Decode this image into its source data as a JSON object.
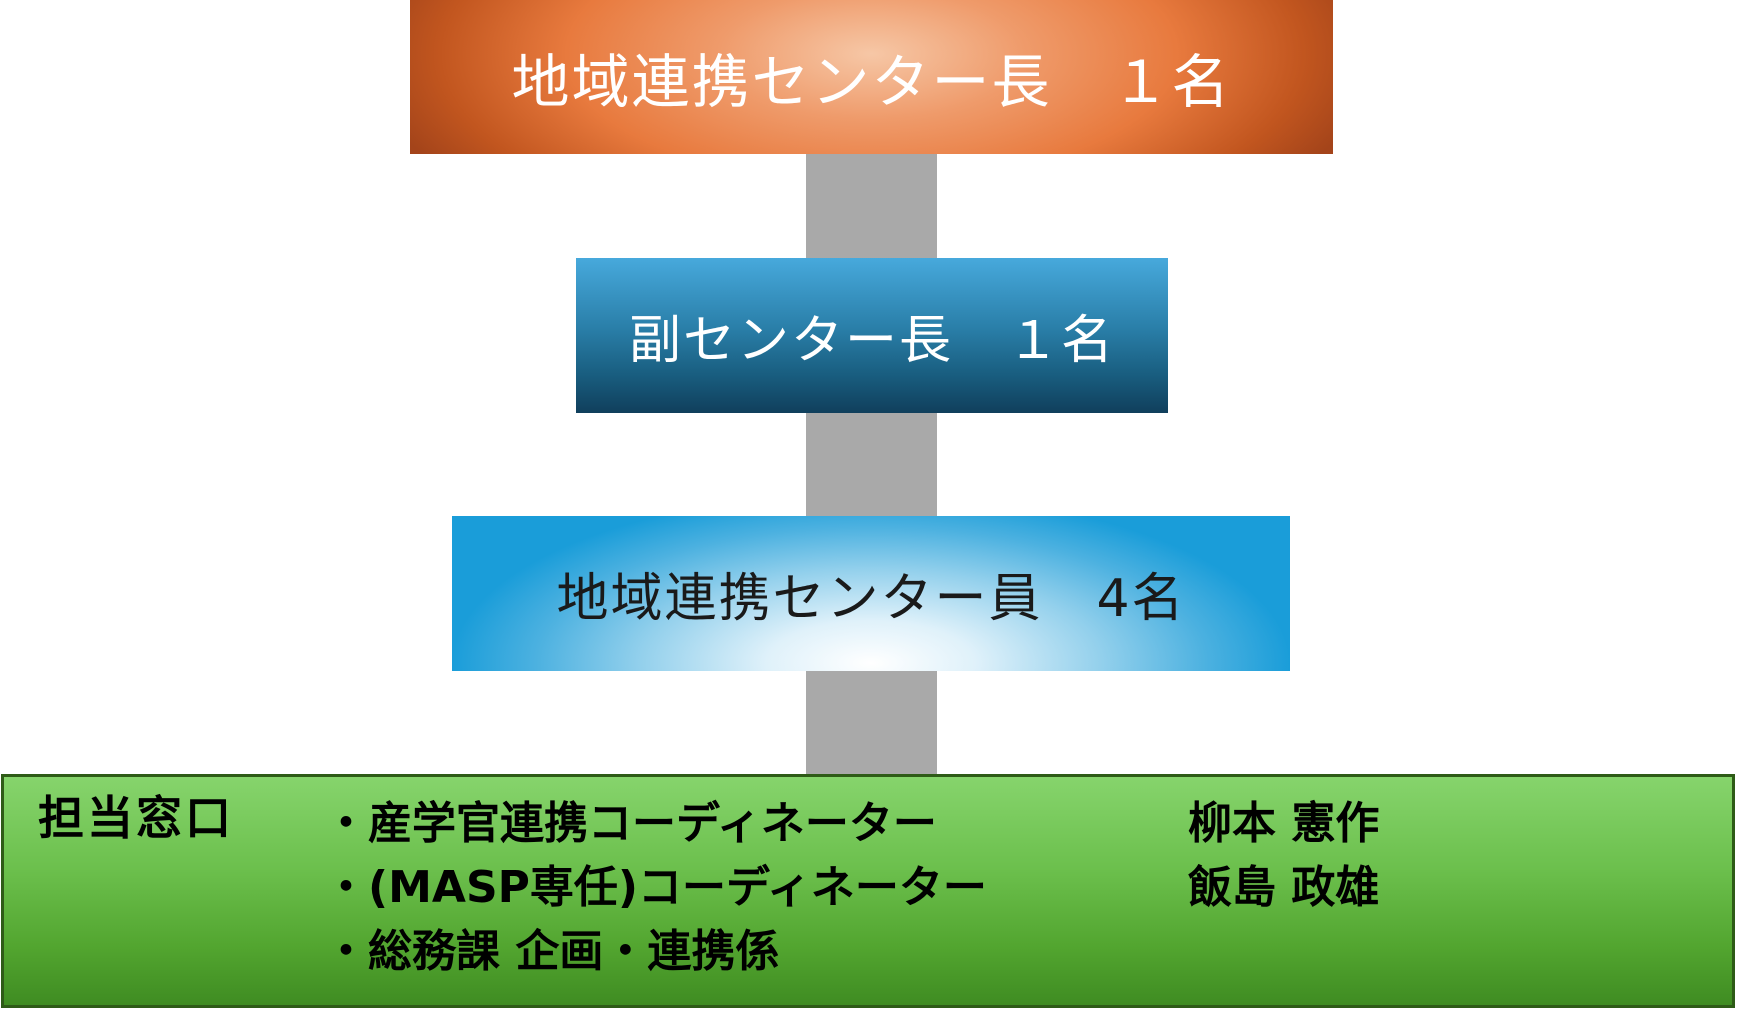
{
  "nodes": {
    "director": {
      "label": "地域連携センター長　１名"
    },
    "vice_director": {
      "label": "副センター長　１名"
    },
    "members": {
      "label": "地域連携センター員　4名"
    }
  },
  "contact": {
    "heading": "担当窓口",
    "items": [
      {
        "bullet": "・",
        "role": "産学官連携コーディネーター",
        "person": "柳本 憲作"
      },
      {
        "bullet": "・",
        "role": "(MASP専任)コーディネーター",
        "person": "飯島 政雄"
      },
      {
        "bullet": "・",
        "role": "総務課 企画・連携係",
        "person": ""
      }
    ]
  },
  "colors": {
    "director_fill": "#e87a3e",
    "vice_director_fill": "#195e80",
    "members_fill": "#4cb1e0",
    "contact_fill": "#6cc04d",
    "connector": "#a9a9a9"
  }
}
